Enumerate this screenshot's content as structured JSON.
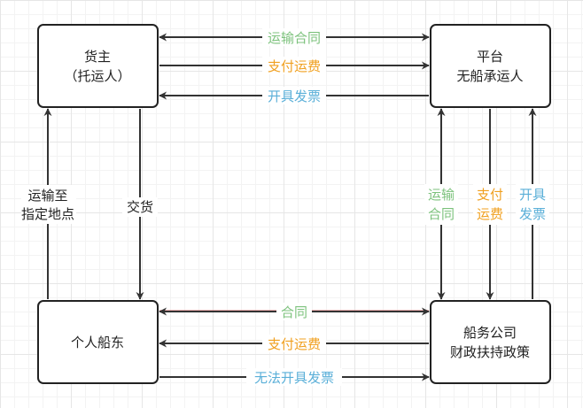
{
  "nodes": {
    "cargo_owner": {
      "line1": "货主",
      "line2": "（托运人）"
    },
    "platform": {
      "line1": "平台",
      "line2": "无船承运人"
    },
    "shipowner": {
      "line1": "个人船东"
    },
    "shipping_company": {
      "line1": "船务公司",
      "line2": "财政扶持政策"
    }
  },
  "edges": {
    "owner_platform_contract": "运输合同",
    "owner_platform_pay": "支付运费",
    "platform_owner_invoice": "开具发票",
    "shipowner_owner_transport": {
      "line1": "运输至",
      "line2": "指定地点"
    },
    "owner_shipowner_delivery": "交货",
    "platform_company_contract": {
      "line1": "运输",
      "line2": "合同"
    },
    "platform_company_pay": {
      "line1": "支付",
      "line2": "运费"
    },
    "company_platform_invoice": {
      "line1": "开具",
      "line2": "发票"
    },
    "shipowner_company_contract": "合同",
    "company_shipowner_pay": "支付运费",
    "shipowner_company_noinvoice": "无法开具发票"
  },
  "colors": {
    "green": "#7cc27c",
    "orange": "#f0a020",
    "blue": "#5aafd8",
    "line": "#333333",
    "contract_line_top": "#e07070"
  }
}
